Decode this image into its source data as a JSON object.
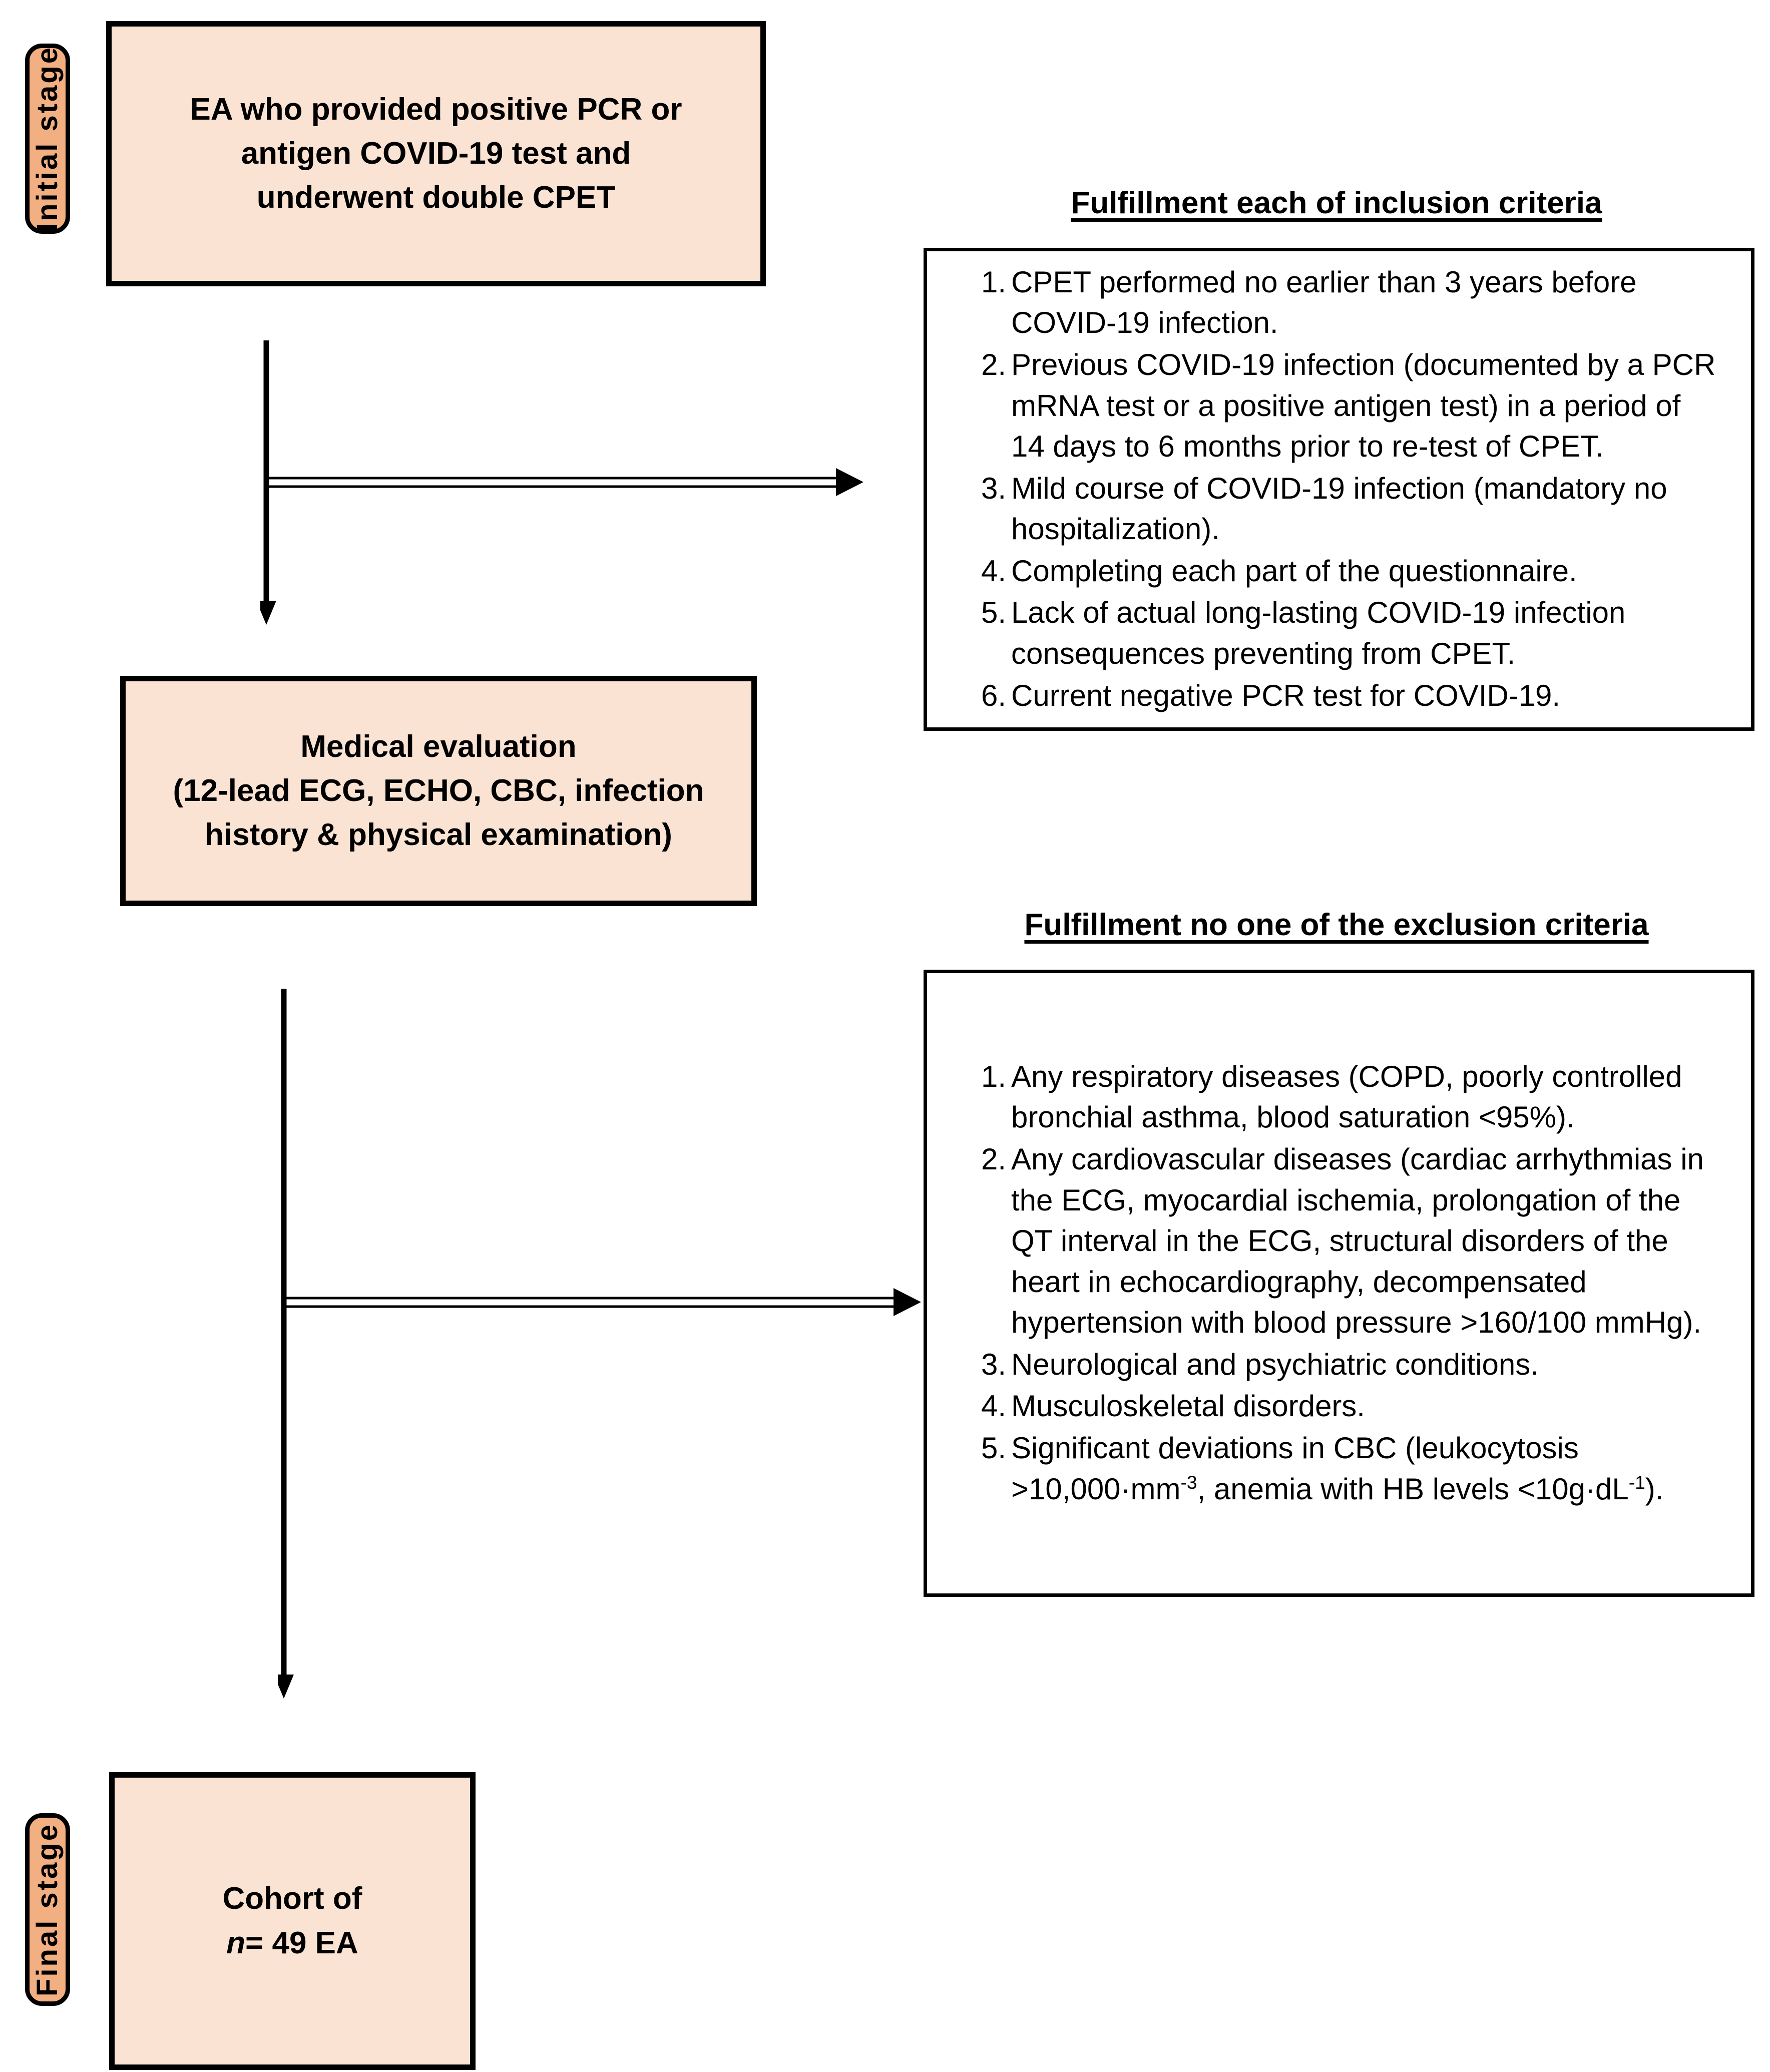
{
  "stages": {
    "initial_label": "Initial stage",
    "final_label": "Final stage"
  },
  "boxes": {
    "box1": {
      "line1": "EA who provided positive PCR or",
      "line2": "antigen COVID-19 test and",
      "line3": "underwent double CPET"
    },
    "box2": {
      "line1": "Medical evaluation",
      "line2": "(12-lead ECG, ECHO, CBC, infection",
      "line3": "history & physical examination)"
    },
    "box3": {
      "line1": "Cohort of",
      "line2_italic": "n",
      "line2_rest": "= 49 EA"
    }
  },
  "inclusion": {
    "heading": "Fulfillment each of inclusion criteria",
    "items": [
      "CPET performed no earlier than 3 years before COVID-19 infection.",
      "Previous COVID-19 infection (documented by a PCR mRNA test or a positive antigen test) in a period of 14 days to 6 months prior to re-test of CPET.",
      "Mild course of COVID-19 infection (mandatory no hospitalization).",
      "Completing each part of the questionnaire.",
      "Lack of actual long-lasting COVID-19 infection consequences preventing from CPET.",
      "Current negative PCR test for COVID-19."
    ],
    "numbers": [
      "1.",
      "2.",
      "3.",
      "4.",
      "5.",
      "6."
    ]
  },
  "exclusion": {
    "heading": "Fulfillment no one of the exclusion criteria",
    "items": [
      "Any respiratory diseases (COPD, poorly controlled bronchial asthma, blood saturation <95%).",
      "Any cardiovascular diseases (cardiac arrhythmias in the ECG, myocardial ischemia, prolongation of the QT interval in the ECG, structural disorders of the heart in echocardiography, decompensated hypertension with blood pressure >160/100 mmHg).",
      "Neurological and psychiatric conditions.",
      "Musculoskeletal disorders."
    ],
    "item5": {
      "part1": "Significant deviations in CBC (leukocytosis >10,000·mm",
      "sup1": "-3",
      "part2": ", anemia with HB levels <10g·dL",
      "sup2": "-1",
      "part3": ")."
    },
    "numbers": [
      "1.",
      "2.",
      "3.",
      "4.",
      "5."
    ]
  },
  "colors": {
    "box_fill": "#FAE3D3",
    "stage_fill": "#F2AF81",
    "stroke": "#000000",
    "page_bg": "#FFFFFF"
  }
}
